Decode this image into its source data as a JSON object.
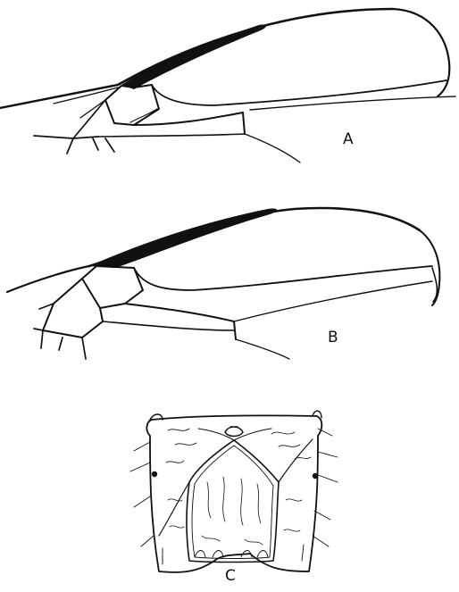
{
  "figure": {
    "panels": [
      {
        "id": "A",
        "label": "A",
        "subject": "wing"
      },
      {
        "id": "B",
        "label": "B",
        "subject": "wing"
      },
      {
        "id": "C",
        "label": "C",
        "subject": "sclerite"
      }
    ],
    "colors": {
      "ink": "#111111",
      "paper": "#ffffff"
    }
  }
}
